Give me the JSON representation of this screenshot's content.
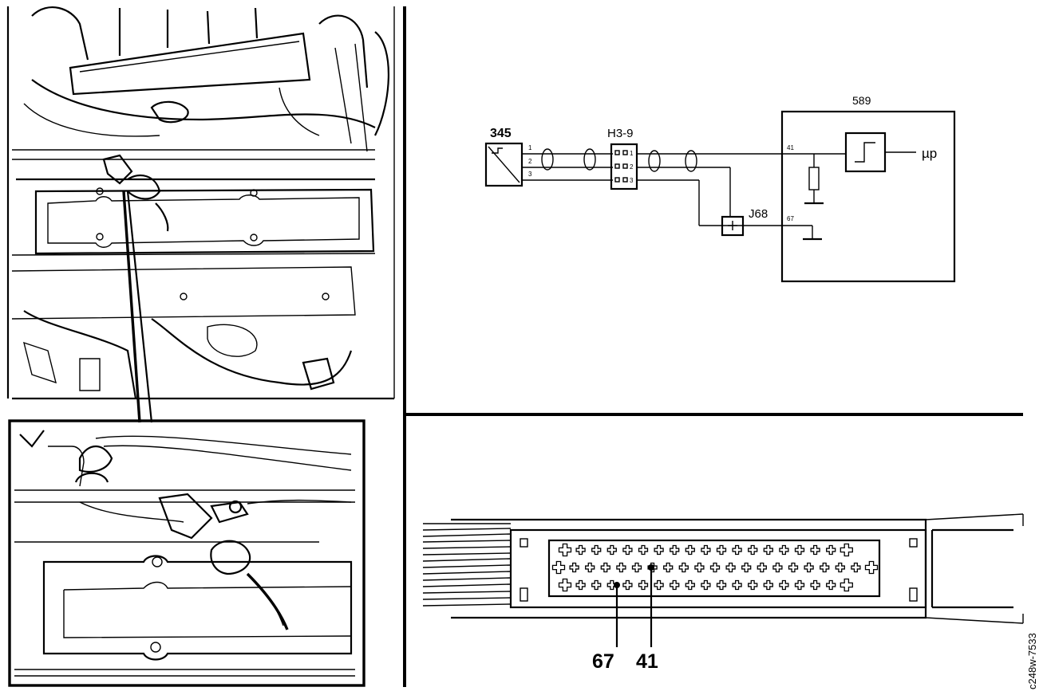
{
  "figure_id": "c248w-7533",
  "schematic": {
    "sensor": {
      "label": "345",
      "pins": [
        "1",
        "2",
        "3"
      ]
    },
    "connector": {
      "label": "H3-9",
      "pins": [
        "1",
        "2",
        "3"
      ]
    },
    "junction": {
      "label": "J68"
    },
    "control_unit": {
      "label": "589",
      "pin_a": "41",
      "pin_b": "67",
      "output": "µp"
    }
  },
  "connector_view": {
    "pin_callouts": [
      "67",
      "41"
    ]
  }
}
